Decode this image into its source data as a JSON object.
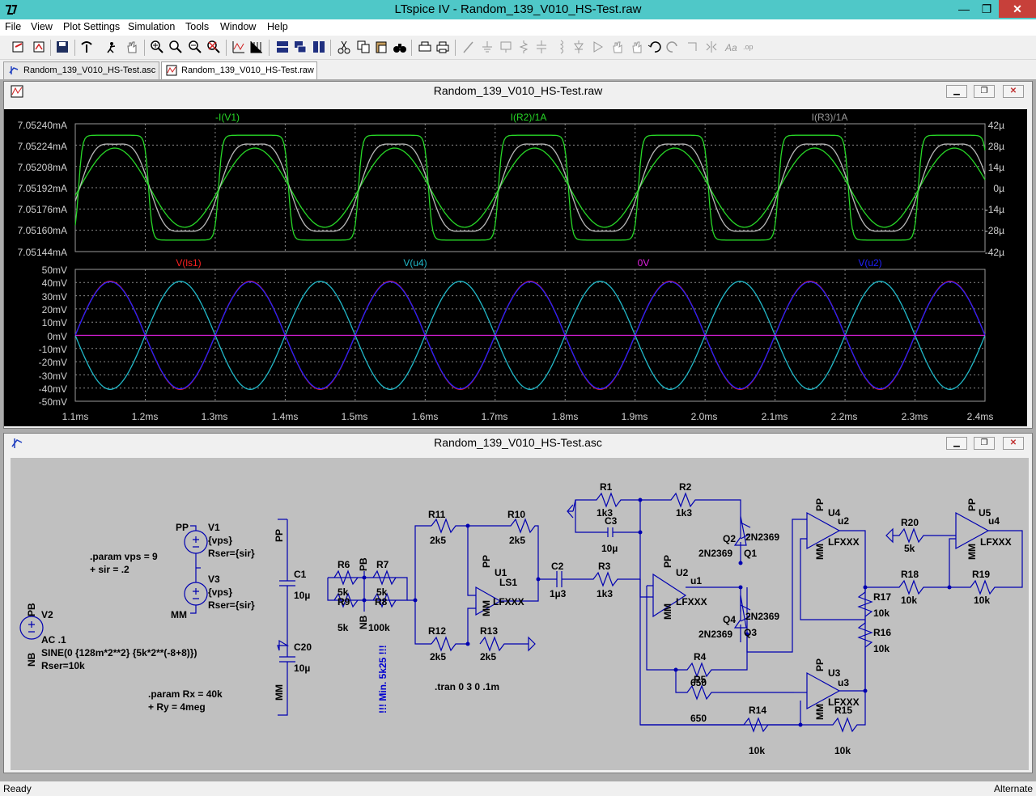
{
  "app": {
    "title": "LTspice IV - Random_139_V010_HS-Test.raw",
    "controls": {
      "minimize": "—",
      "maximize": "❐",
      "close": "✕"
    }
  },
  "menu": [
    "File",
    "View",
    "Plot Settings",
    "Simulation",
    "Tools",
    "Window",
    "Help"
  ],
  "tabs": [
    {
      "label": "Random_139_V010_HS-Test.asc",
      "active": false
    },
    {
      "label": "Random_139_V010_HS-Test.raw",
      "active": true
    }
  ],
  "plot_window": {
    "title": "Random_139_V010_HS-Test.raw",
    "pane1": {
      "traces": [
        {
          "label": "-I(V1)",
          "color": "#27d827"
        },
        {
          "label": "I(R2)/1A",
          "color": "#27d827"
        },
        {
          "label": "I(R3)/1A",
          "color": "#9a9a9a"
        }
      ],
      "left_ticks": [
        "7.05240mA",
        "7.05224mA",
        "7.05208mA",
        "7.05192mA",
        "7.05176mA",
        "7.05160mA",
        "7.05144mA"
      ],
      "right_ticks": [
        "42µ",
        "28µ",
        "14µ",
        "0µ",
        "-14µ",
        "-28µ",
        "-42µ"
      ]
    },
    "pane2": {
      "traces": [
        {
          "label": "V(ls1)",
          "color": "#ff2020"
        },
        {
          "label": "V(u4)",
          "color": "#20b8c8"
        },
        {
          "label": "0V",
          "color": "#e020e0"
        },
        {
          "label": "V(u2)",
          "color": "#2020ff"
        }
      ],
      "left_ticks": [
        "50mV",
        "40mV",
        "30mV",
        "20mV",
        "10mV",
        "0mV",
        "-10mV",
        "-20mV",
        "-30mV",
        "-40mV",
        "-50mV"
      ]
    },
    "x_ticks": [
      "1.1ms",
      "1.2ms",
      "1.3ms",
      "1.4ms",
      "1.5ms",
      "1.6ms",
      "1.7ms",
      "1.8ms",
      "1.9ms",
      "2.0ms",
      "2.1ms",
      "2.2ms",
      "2.3ms",
      "2.4ms"
    ]
  },
  "schematic_window": {
    "title": "Random_139_V010_HS-Test.asc",
    "labels": {
      "param1a": ".param vps = 9",
      "param1b": "+ sir = .2",
      "param2a": ".param Rx = 40k",
      "param2b": "+ Ry = 4meg",
      "tran": ".tran 0 3 0 .1m",
      "warn": "!!! Min. 5k25 !!!",
      "v1": "V1",
      "v1val": "{vps}",
      "v1rser": "Rser={sir}",
      "v3": "V3",
      "v3val": "{vps}",
      "v3rser": "Rser={sir}",
      "pp": "PP",
      "mm": "MM",
      "pb": "PB",
      "nb": "NB",
      "v2": "V2",
      "v2ac": "AC .1",
      "v2sine": "SINE(0 {128m*2**2} {5k*2**(-8+8)})",
      "v2rser": "Rser=10k",
      "c1": "C1",
      "c1v": "10µ",
      "c20": "C20",
      "c20v": "10µ",
      "r6": "R6",
      "r6v": "5k",
      "r7": "R7",
      "r7v": "5k",
      "r9": "R9",
      "r9v": "5k",
      "r8": "R8",
      "r8v": "100k",
      "r11": "R11",
      "r11v": "2k5",
      "r10": "R10",
      "r10v": "2k5",
      "r12": "R12",
      "r12v": "2k5",
      "r13": "R13",
      "r13v": "2k5",
      "u1": "U1",
      "u1m": "LFXXX",
      "ls1": "LS1",
      "c2": "C2",
      "c2v": "1µ3",
      "r3": "R3",
      "r3v": "1k3",
      "r1": "R1",
      "r1v": "1k3",
      "r2": "R2",
      "r2v": "1k3",
      "c3": "C3",
      "c3v": "10µ",
      "u2": "U2",
      "u2m": "LFXXX",
      "u1net": "u1",
      "q2": "Q2",
      "q1": "Q1",
      "q4": "Q4",
      "q3": "Q3",
      "q2m": "2N2369",
      "q1m": "2N2369",
      "q4m": "2N2369",
      "q3m": "2N2369",
      "r4": "R4",
      "r4v": "650",
      "r5": "R5",
      "r5v": "650",
      "r14": "R14",
      "r14v": "10k",
      "r15": "R15",
      "r15v": "10k",
      "u4": "U4",
      "u4m": "LFXXX",
      "u2net": "u2",
      "u3": "U3",
      "u3m": "LFXXX",
      "u3net": "u3",
      "u5": "U5",
      "u5m": "LFXXX",
      "u4net": "u4",
      "r20": "R20",
      "r20v": "5k",
      "r18": "R18",
      "r18v": "10k",
      "r19": "R19",
      "r19v": "10k",
      "r17": "R17",
      "r17v": "10k",
      "r16": "R16",
      "r16v": "10k"
    }
  },
  "status": {
    "left": "Ready",
    "right": "Alternate"
  },
  "colors": {
    "titlebar": "#4fc8c8",
    "plot_bg": "#000000",
    "schematic_bg": "#c0c0c0",
    "wire": "#0000b0"
  }
}
